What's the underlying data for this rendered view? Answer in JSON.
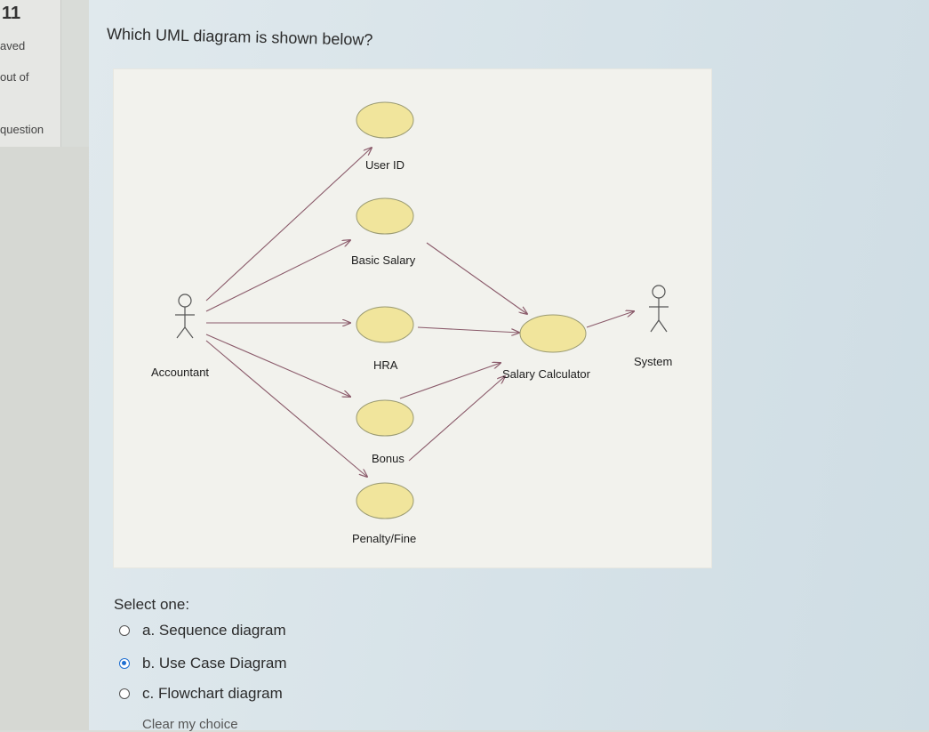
{
  "question": {
    "number": "11",
    "status_lines": [
      "aved",
      "out of",
      "question"
    ],
    "prompt": "Which UML diagram is shown below?"
  },
  "diagram": {
    "actors": {
      "left": "Accountant",
      "right": "System"
    },
    "use_cases": {
      "user_id": "User ID",
      "basic_salary": "Basic Salary",
      "hra": "HRA",
      "bonus": "Bonus",
      "penalty": "Penalty/Fine",
      "salary_calculator": "Salary Calculator"
    },
    "colors": {
      "ellipse_fill": "#f1e59c",
      "ellipse_stroke": "#9a9a72",
      "arrow": "#8a5a6a"
    }
  },
  "answers": {
    "select_label": "Select one:",
    "options": [
      {
        "label": "a. Sequence diagram",
        "selected": false
      },
      {
        "label": "b. Use Case Diagram",
        "selected": true
      },
      {
        "label": "c. Flowchart diagram",
        "selected": false
      }
    ],
    "clear_label": "Clear my choice",
    "accent": "#1f6fd1"
  }
}
